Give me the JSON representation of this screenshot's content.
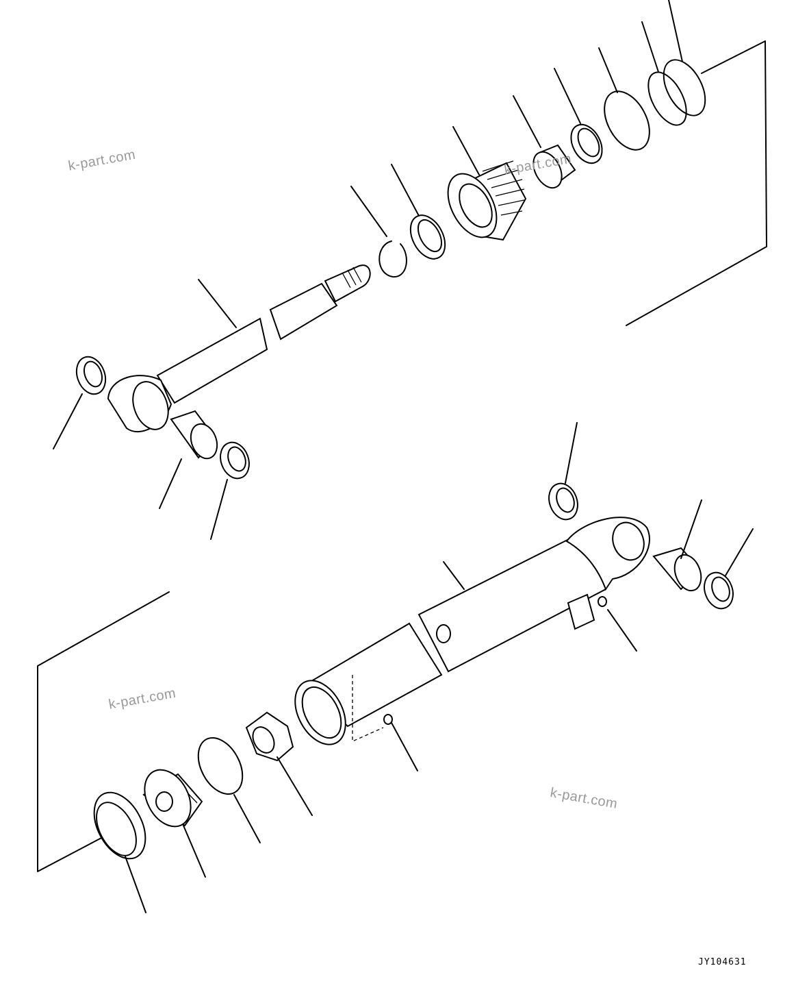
{
  "diagram": {
    "drawing_code": "JY104631",
    "watermarks": [
      "k-part.com",
      "k-part.com",
      "k-part.com",
      "k-part.com"
    ]
  }
}
